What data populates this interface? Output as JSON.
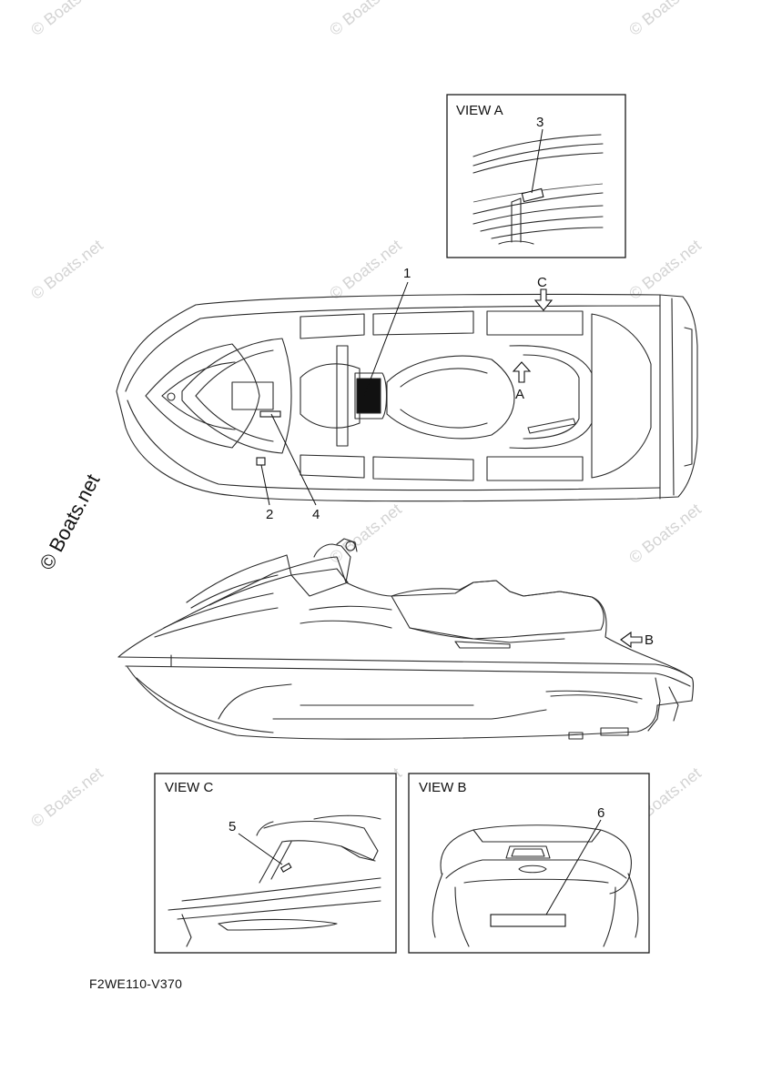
{
  "watermark": {
    "text": "© Boats.net",
    "main_text": "© Boats.net"
  },
  "views": {
    "a": "VIEW A",
    "b": "VIEW B",
    "c": "VIEW C"
  },
  "direction_markers": {
    "a": "A",
    "b": "B",
    "c": "C"
  },
  "callouts": [
    "1",
    "2",
    "3",
    "4",
    "5",
    "6"
  ],
  "diagram_code": "F2WE110-V370"
}
